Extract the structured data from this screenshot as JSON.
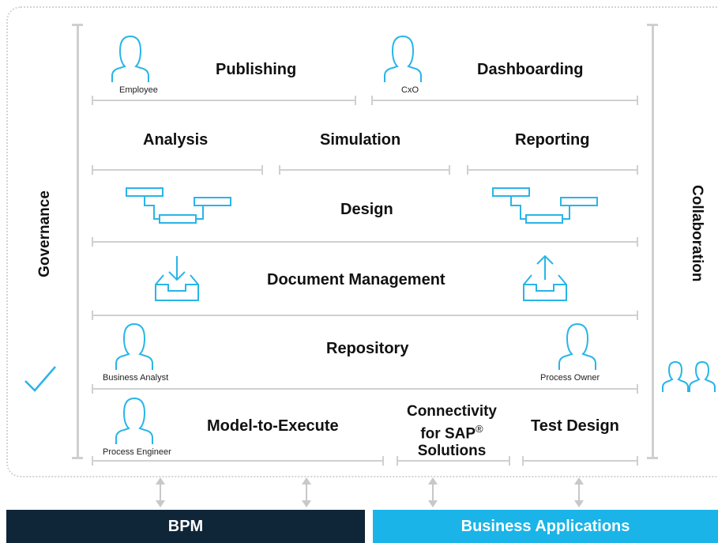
{
  "side": {
    "left": "Governance",
    "right": "Collaboration"
  },
  "rows": {
    "row1": {
      "publishing": "Publishing",
      "dashboarding": "Dashboarding",
      "employee": "Employee",
      "cxo": "CxO"
    },
    "row2": {
      "analysis": "Analysis",
      "simulation": "Simulation",
      "reporting": "Reporting"
    },
    "row3": {
      "design": "Design"
    },
    "row4": {
      "document_management": "Document Management"
    },
    "row5": {
      "repository": "Repository",
      "business_analyst": "Business Analyst",
      "process_owner": "Process Owner"
    },
    "row6": {
      "model_to_execute": "Model-to-Execute",
      "connectivity_line1": "Connectivity",
      "connectivity_line2": "for SAP",
      "connectivity_reg": "®",
      "connectivity_line3": "Solutions",
      "test_design": "Test Design",
      "process_engineer": "Process Engineer"
    }
  },
  "bottom": {
    "bpm": "BPM",
    "business_applications": "Business Applications"
  },
  "colors": {
    "accent": "#29b5e8",
    "dark": "#0f2538",
    "light_blue": "#1ab4e8",
    "gray": "#d0d0d0"
  },
  "icons": [
    "person-icon",
    "flow-diagram-icon",
    "inbox-download-icon",
    "inbox-upload-icon",
    "checkmark-icon",
    "group-icon",
    "double-arrow-icon"
  ]
}
